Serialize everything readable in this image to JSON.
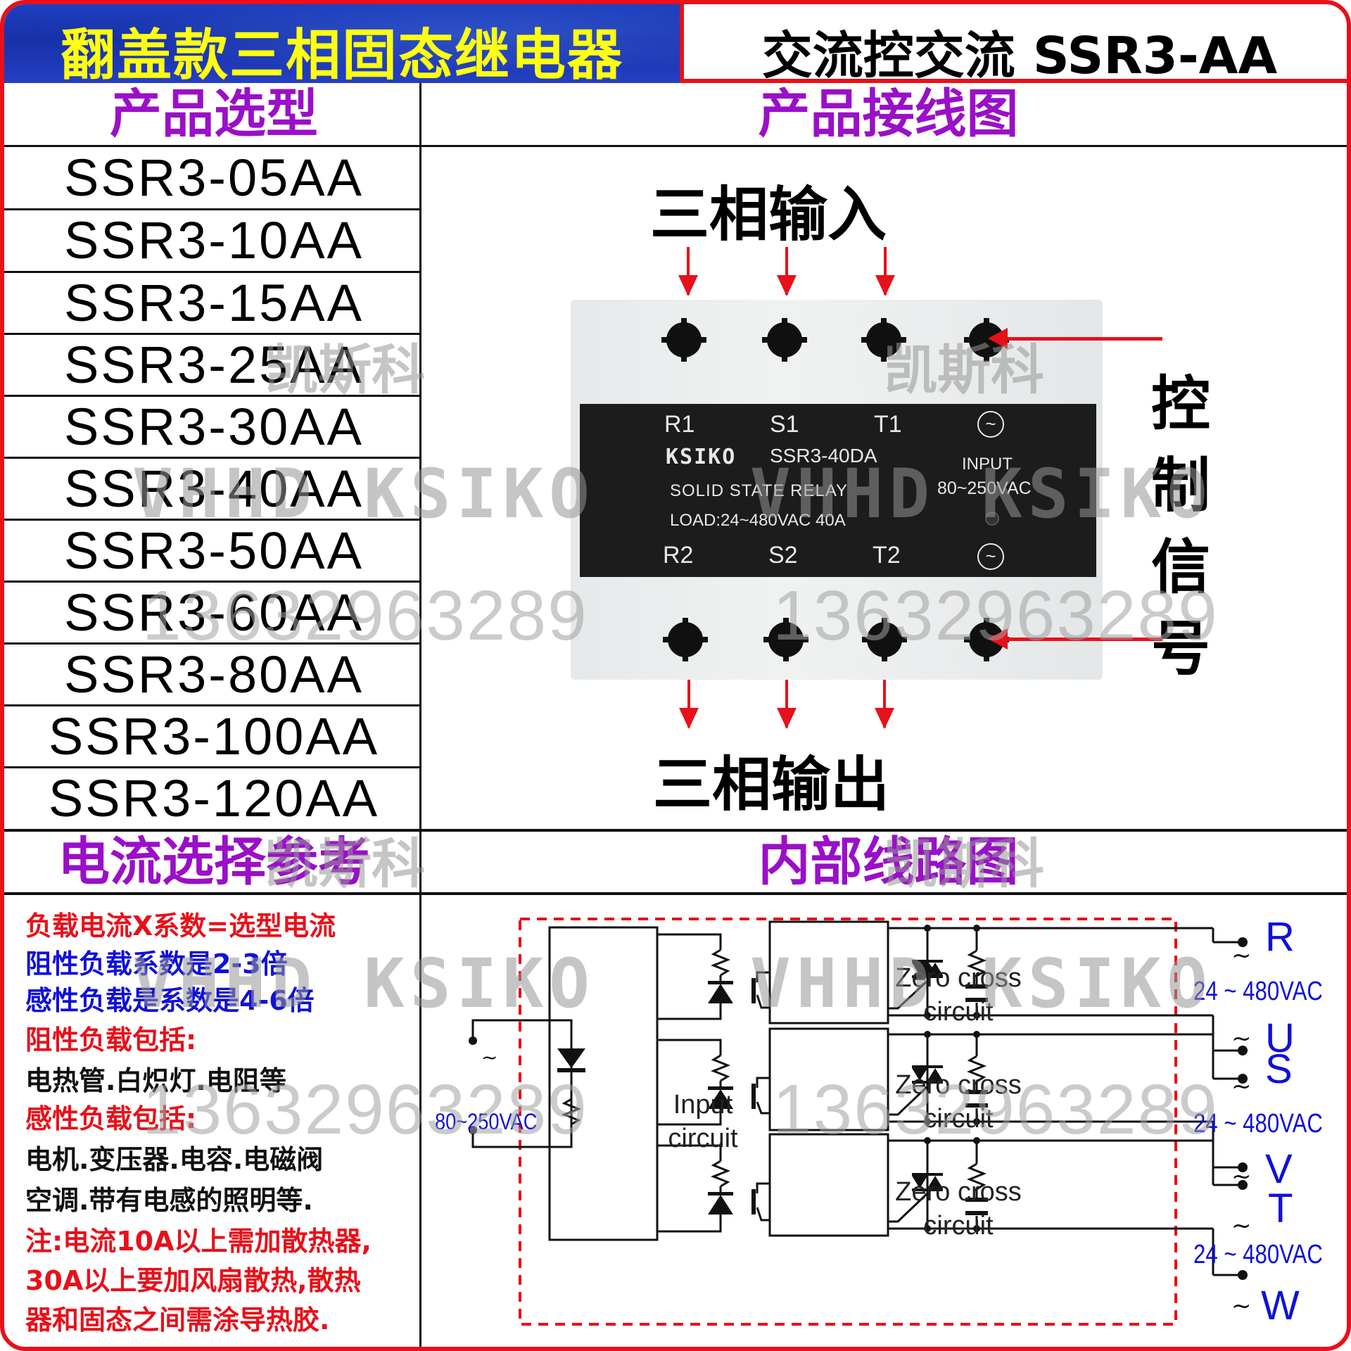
{
  "header": {
    "title_left": "翻盖款三相固态继电器",
    "title_right": "交流控交流 SSR3-AA"
  },
  "selection": {
    "title": "产品选型",
    "models": [
      "SSR3-05AA",
      "SSR3-10AA",
      "SSR3-15AA",
      "SSR3-25AA",
      "SSR3-30AA",
      "SSR3-40AA",
      "SSR3-50AA",
      "SSR3-60AA",
      "SSR3-80AA",
      "SSR3-100AA",
      "SSR3-120AA"
    ]
  },
  "wiring": {
    "title": "产品接线图",
    "input_label": "三相输入",
    "output_label": "三相输出",
    "control_label": "控制信号",
    "control_chars": [
      "控",
      "制",
      "信",
      "号"
    ],
    "plate": {
      "top_terminals": [
        "R1",
        "S1",
        "T1"
      ],
      "bottom_terminals": [
        "R2",
        "S2",
        "T2"
      ],
      "brand": "KSIKO",
      "model": "SSR3-40DA",
      "type": "SOLID STATE RELAY",
      "load": "LOAD:24~480VAC 40A",
      "input_label": "INPUT",
      "input_range": "80~250VAC",
      "ac_symbol": "~"
    }
  },
  "current_ref": {
    "title": "电流选择参考",
    "lines": [
      {
        "text": "负载电流X系数=选型电流",
        "color": "#e8101a"
      },
      {
        "text": "阻性负载系数是2-3倍",
        "color": "#1010d8"
      },
      {
        "text": "感性负载是系数是4-6倍",
        "color": "#1010d8"
      },
      {
        "text": "阻性负载包括:",
        "color": "#e8101a"
      },
      {
        "text": "电热管.白炽灯.电阻等",
        "color": "#111111"
      },
      {
        "text": "感性负载包括:",
        "color": "#e8101a"
      },
      {
        "text": "电机.变压器.电容.电磁阀",
        "color": "#111111"
      },
      {
        "text": "空调.带有电感的照明等.",
        "color": "#111111"
      },
      {
        "text": "注:电流10A以上需加散热器,",
        "color": "#e8101a"
      },
      {
        "text": "30A以上要加风扇散热,散热",
        "color": "#e8101a"
      },
      {
        "text": "器和固态之间需涂导热胶.",
        "color": "#e8101a"
      }
    ]
  },
  "internal": {
    "title": "内部线路图",
    "input_voltage": "80~250VAC",
    "input_block": [
      "Input",
      "circuit"
    ],
    "zero_cross": [
      "Zero cross",
      "circuit"
    ],
    "phases": [
      {
        "top": "R",
        "bottom": "U",
        "voltage": "24 ~ 480VAC"
      },
      {
        "top": "S",
        "bottom": "V",
        "voltage": "24 ~ 480VAC"
      },
      {
        "top": "T",
        "bottom": "W",
        "voltage": "24 ~ 480VAC"
      }
    ],
    "ac_symbol": "~"
  },
  "watermarks": {
    "brand_cn": "凯斯科",
    "brand_en": "VHHD KSIKO",
    "phone": "13632963289"
  },
  "colors": {
    "frame_red": "#e8101a",
    "header_blue": "#1f3cc0",
    "header_yellow": "#ffff10",
    "title_purple": "#9a0fc8",
    "diagram_blue": "#1010d8"
  }
}
